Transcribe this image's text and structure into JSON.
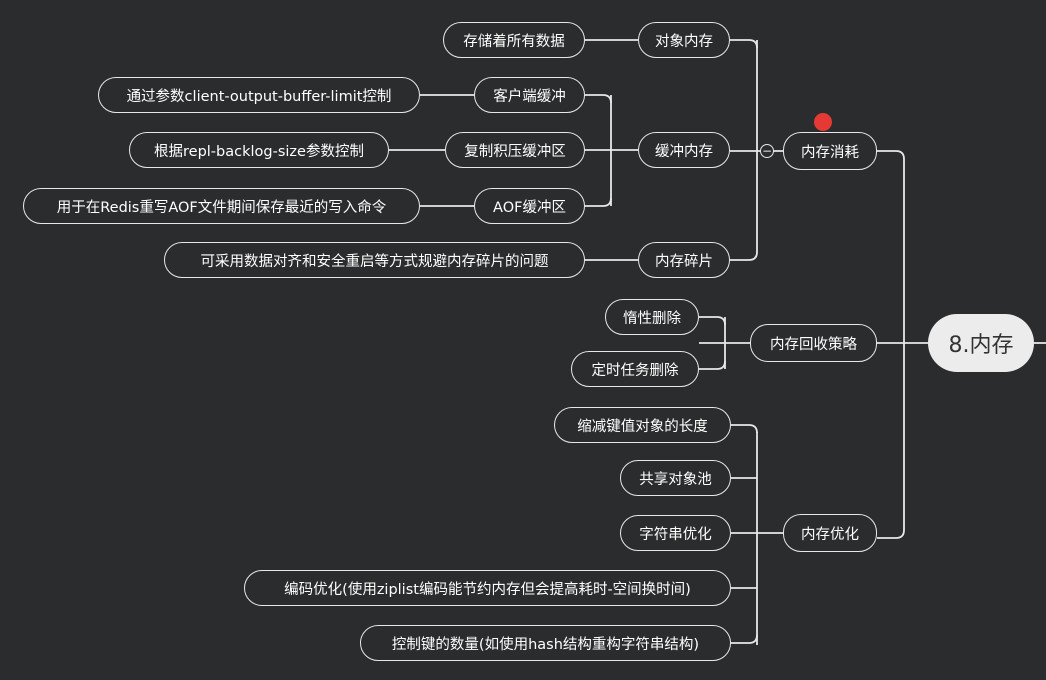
{
  "root": "8.内存",
  "consumption": {
    "label": "内存消耗",
    "object_memory": {
      "label": "对象内存",
      "desc": "存储着所有数据"
    },
    "buffer_memory": {
      "label": "缓冲内存",
      "client_buffer": {
        "label": "客户端缓冲",
        "desc": "通过参数client-output-buffer-limit控制"
      },
      "repl_backlog": {
        "label": "复制积压缓冲区",
        "desc": "根据repl-backlog-size参数控制"
      },
      "aof_buffer": {
        "label": "AOF缓冲区",
        "desc": "用于在Redis重写AOF文件期间保存最近的写入命令"
      }
    },
    "fragmentation": {
      "label": "内存碎片",
      "desc": "可采用数据对齐和安全重启等方式规避内存碎片的问题"
    }
  },
  "reclaim": {
    "label": "内存回收策略",
    "lazy_delete": "惰性删除",
    "timed_delete": "定时任务删除"
  },
  "optimize": {
    "label": "内存优化",
    "items": [
      "缩减键值对象的长度",
      "共享对象池",
      "字符串优化",
      "编码优化(使用ziplist编码能节约内存但会提高耗时-空间换时间)",
      "控制键的数量(如使用hash结构重构字符串结构)"
    ]
  },
  "colors": {
    "background": "#2b2c2e",
    "line": "#e8e8e8",
    "root_fill": "#ececec",
    "marker": "#e53935"
  }
}
